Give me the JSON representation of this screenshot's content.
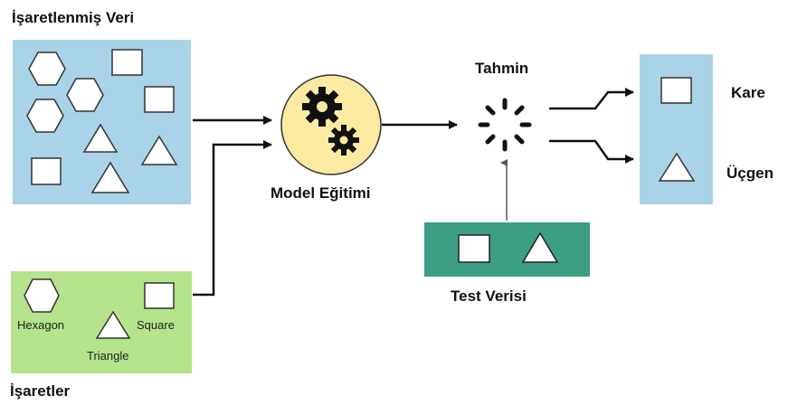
{
  "labels": {
    "labeled_data": "İşaretlenmiş Veri",
    "labels_box": "İşaretler",
    "model_training": "Model Eğitimi",
    "prediction": "Tahmin",
    "test_data": "Test Verisi",
    "square_tr": "Kare",
    "triangle_tr": "Üçgen"
  },
  "legend": {
    "hexagon": "Hexagon",
    "square": "Square",
    "triangle": "Triangle"
  },
  "colors": {
    "labeled_data_box": "#a9d3e6",
    "labels_box": "#b5e48c",
    "model_circle": "#fbeaa0",
    "test_box": "#3c9e82",
    "output_box": "#a9d3e6"
  },
  "icons": [
    "gears-icon",
    "loading-spinner-icon"
  ]
}
